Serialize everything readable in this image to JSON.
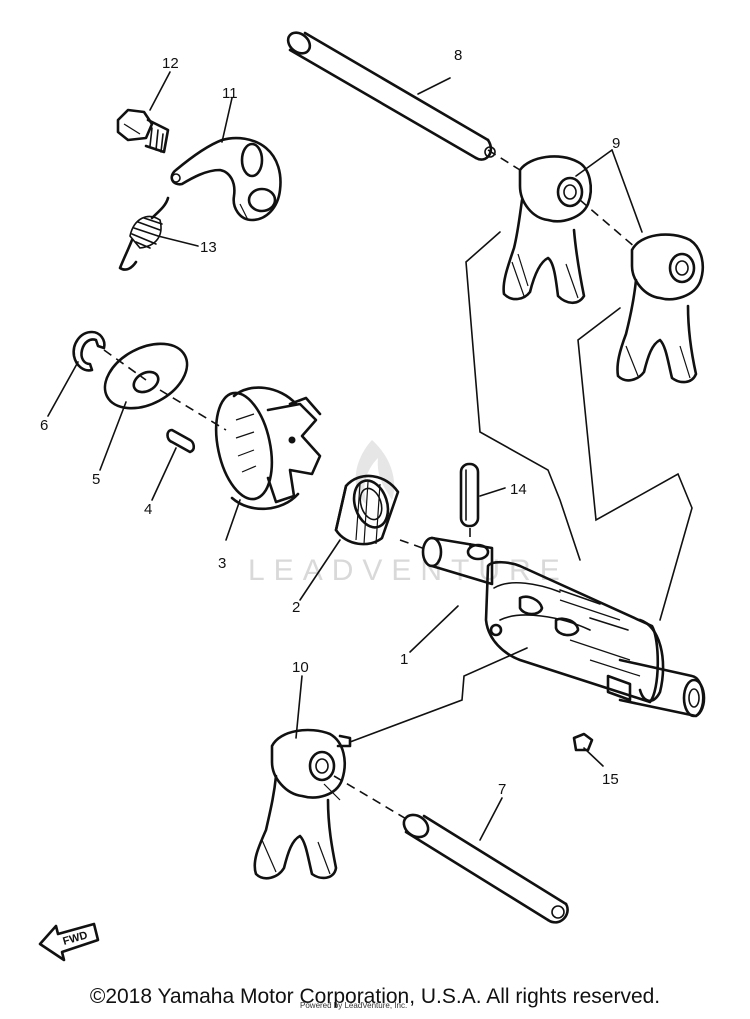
{
  "diagram": {
    "callouts": [
      {
        "num": "1"
      },
      {
        "num": "2"
      },
      {
        "num": "3"
      },
      {
        "num": "4"
      },
      {
        "num": "5"
      },
      {
        "num": "6"
      },
      {
        "num": "7"
      },
      {
        "num": "8"
      },
      {
        "num": "9"
      },
      {
        "num": "10"
      },
      {
        "num": "11"
      },
      {
        "num": "12"
      },
      {
        "num": "13"
      },
      {
        "num": "14"
      },
      {
        "num": "15"
      }
    ],
    "watermark": "LEADVENTURE",
    "fine_print": "Powered by LeadVenture, Inc.",
    "direction_label": "FWD"
  },
  "footer": {
    "copyright": "©2018 Yamaha Motor Corporation, U.S.A. All rights reserved."
  },
  "colors": {
    "line": "#111111",
    "background": "#ffffff",
    "watermark": "#d9d9d9"
  }
}
